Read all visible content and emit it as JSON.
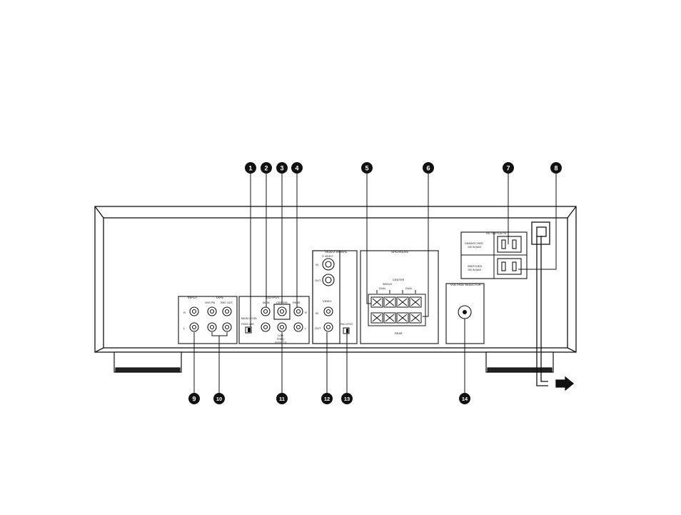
{
  "colors": {
    "ink": "#111111",
    "paper": "#ffffff",
    "foot": "#1a1a1a"
  },
  "callouts": {
    "c1": "1",
    "c2": "2",
    "c3": "3",
    "c4": "4",
    "c5": "5",
    "c6": "6",
    "c7": "7",
    "c8": "8",
    "c9": "9",
    "c10": "10",
    "c11": "11",
    "c12": "12",
    "c13": "13",
    "c14": "14"
  },
  "labels": {
    "input": "INPUT",
    "tape": "TAPE",
    "vhs_pb": "VHS PB",
    "rec_out": "REC OUT",
    "output": "OUTPUT",
    "main": "MAIN",
    "center": "CENTER",
    "rear": "REAR",
    "main_level": "MAIN LEVEL",
    "fixed_var": "FIXED VAR",
    "low_freq": "LOW",
    "low_freq2": "FREQ",
    "low_freq3": "EFFECTS",
    "video_signal": "VIDEO SIGNAL",
    "s_video": "S VIDEO",
    "in": "IN",
    "out": "OUT",
    "video": "VIDEO",
    "pal_ntsc": "PAL NTSC",
    "speakers": "SPEAKERS",
    "center_spk": "CENTER",
    "single": "SINGLE",
    "dual_l": "DUAL",
    "dual_r": "DUAL",
    "rear_spk": "REAR",
    "ac_outlets": "AC OUTLETS",
    "unswitched": "UNSWITCHED",
    "unswitched_w": "100 W MAX.",
    "switched": "SWITCHED",
    "switched_w": "100 W MAX.",
    "voltage_selector": "VOLTAGE SELECTOR",
    "r": "R",
    "l": "L"
  }
}
